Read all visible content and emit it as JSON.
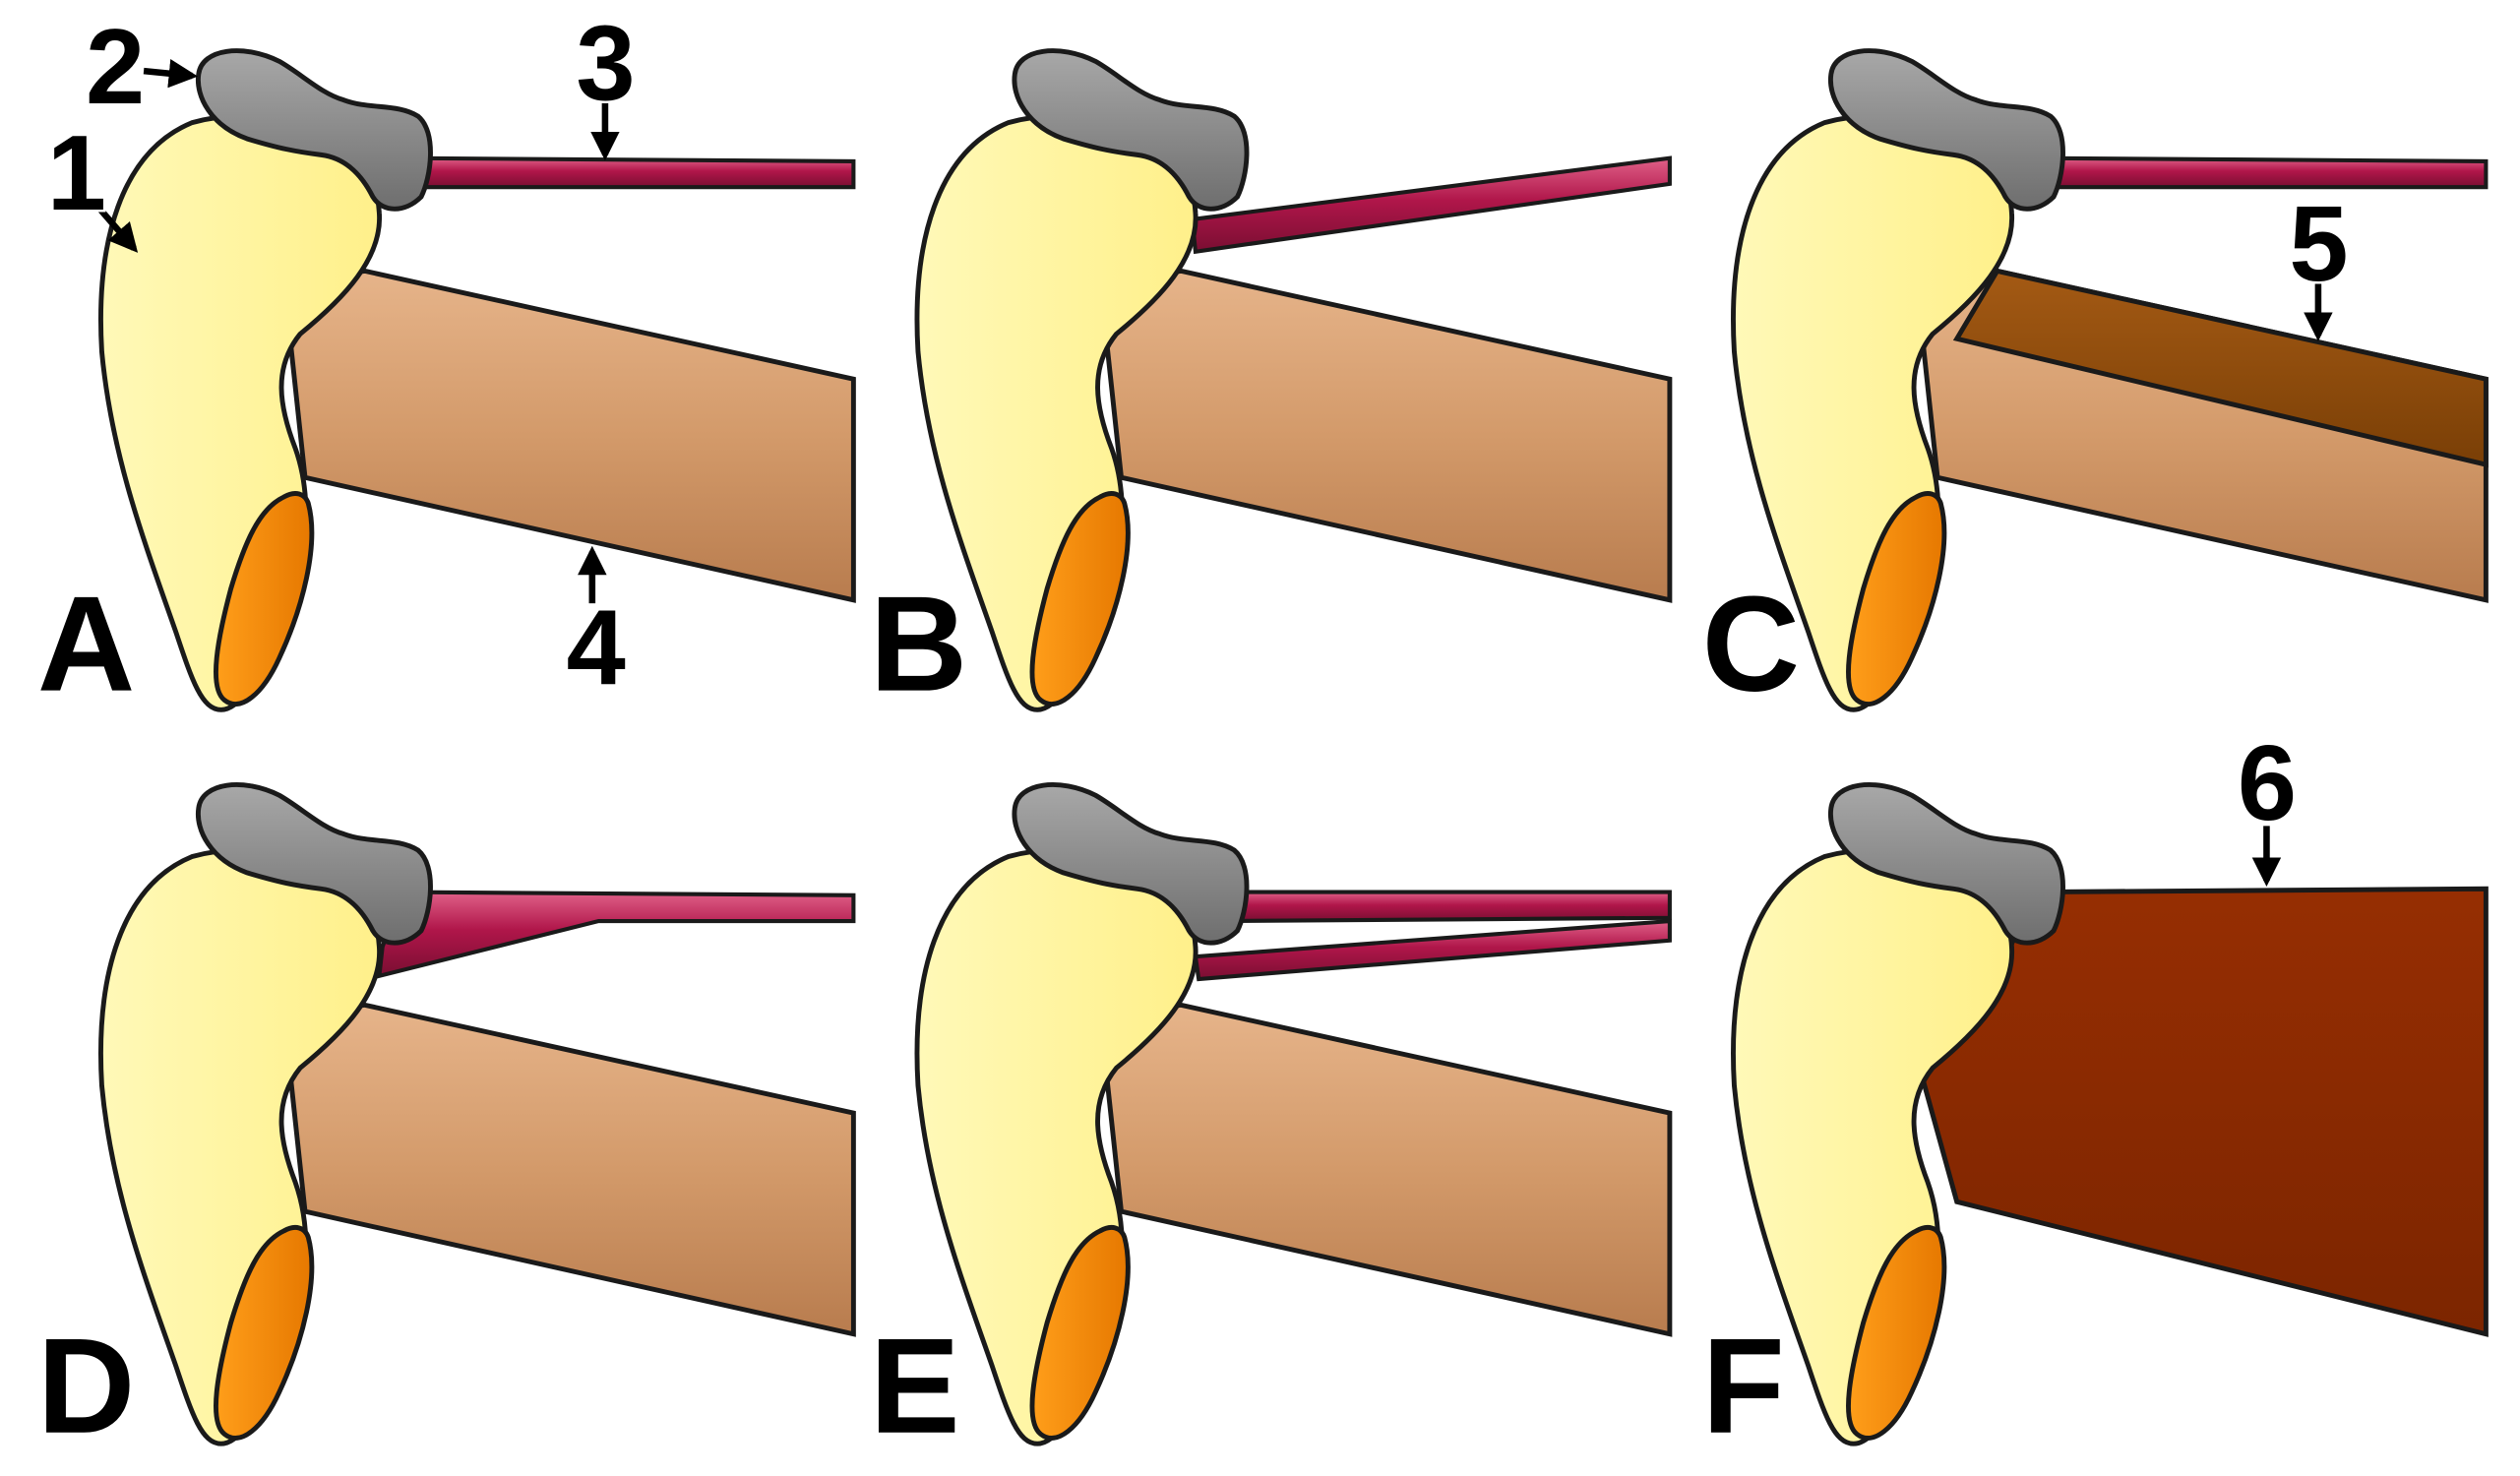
{
  "figure": {
    "panels": [
      {
        "letter": "A",
        "variant": "normal"
      },
      {
        "letter": "B",
        "variant": "inclined-band"
      },
      {
        "letter": "C",
        "variant": "split-lower-muscle"
      },
      {
        "letter": "D",
        "variant": "forked-band"
      },
      {
        "letter": "E",
        "variant": "double-band"
      },
      {
        "letter": "F",
        "variant": "broad-muscle"
      }
    ],
    "callouts": [
      {
        "number": "1",
        "panel": "A",
        "target": "yellow-bone"
      },
      {
        "number": "2",
        "panel": "A",
        "target": "gray-cap"
      },
      {
        "number": "3",
        "panel": "A",
        "target": "red-band"
      },
      {
        "number": "4",
        "panel": "A",
        "target": "tan-muscle"
      },
      {
        "number": "5",
        "panel": "C",
        "target": "brown-muscle-slip"
      },
      {
        "number": "6",
        "panel": "F",
        "target": "broad-dark-muscle"
      }
    ],
    "colors": {
      "bone": "#FFF59D",
      "tip": "#FF8C00",
      "cap": "#8A8A8A",
      "band": "#B0164A",
      "muscle": "#D39A6A",
      "muscle_slip": "#8B4A0A",
      "broad_muscle": "#8B2A00",
      "outline": "#1a1a1a"
    }
  }
}
